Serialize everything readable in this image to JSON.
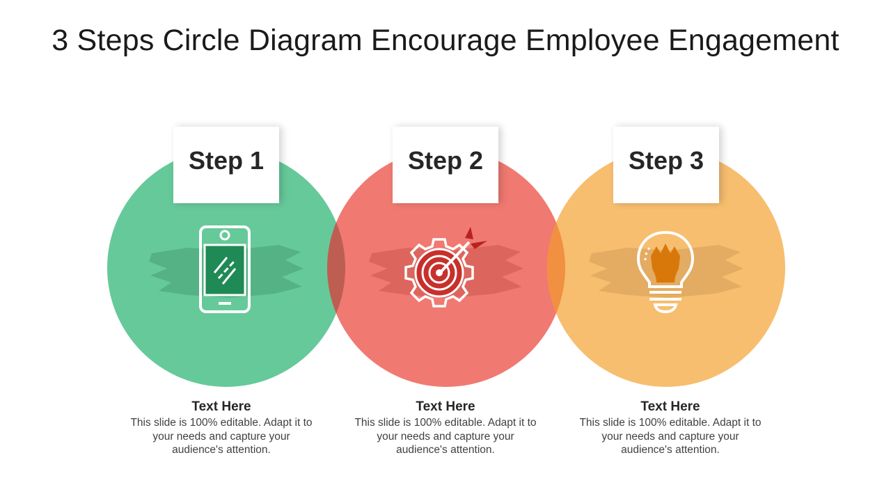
{
  "title": "3 Steps Circle Diagram Encourage Employee Engagement",
  "colors": {
    "step1": "#5ec695",
    "step2": "#ef6f66",
    "step3": "#f6b964"
  },
  "steps": [
    {
      "label": "Step 1",
      "icon": "smartphone-icon",
      "heading": "Text Here",
      "body": "This slide is 100% editable. Adapt it to your needs and capture your audience's attention."
    },
    {
      "label": "Step 2",
      "icon": "target-gear-icon",
      "heading": "Text Here",
      "body": "This slide is 100% editable. Adapt it to your needs and capture your audience's attention."
    },
    {
      "label": "Step 3",
      "icon": "lightbulb-icon",
      "heading": "Text Here",
      "body": "This slide is 100% editable. Adapt it to your needs and capture your audience's attention."
    }
  ]
}
